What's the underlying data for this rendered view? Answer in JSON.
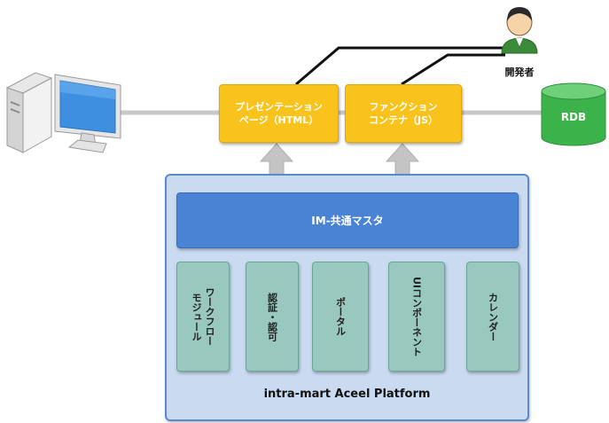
{
  "presentation_page": {
    "line1": "プレゼンテーション",
    "line2": "ページ（HTML）"
  },
  "function_container": {
    "line1": "ファンクション",
    "line2": "コンテナ（JS）"
  },
  "database": {
    "label": "RDB"
  },
  "developer": {
    "label": "開発者"
  },
  "im_master": {
    "label": "IM-共通マスタ"
  },
  "modules": [
    {
      "label": "ワークフロー\nモジュール"
    },
    {
      "label": "認証・認可"
    },
    {
      "label": "ポータル"
    },
    {
      "label": "UIコンポーネント"
    },
    {
      "label": "カレンダー"
    }
  ],
  "platform": {
    "label": "intra-mart Aceel Platform"
  },
  "colors": {
    "yellow_box": "#f9c31c",
    "blue_bar": "#4a83d4",
    "module_green": "#98c8be",
    "platform_bg": "#c9daf1",
    "rdb_green": "#3cb34a"
  },
  "icons": [
    "computer-icon",
    "developer-icon",
    "database-icon"
  ]
}
